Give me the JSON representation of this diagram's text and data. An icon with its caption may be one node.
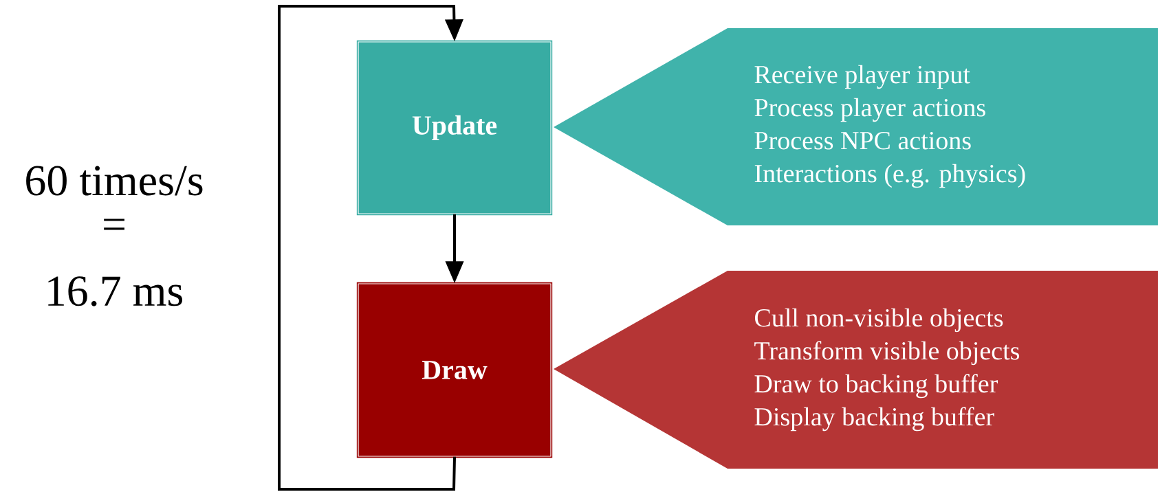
{
  "diagram": {
    "nodes": [
      {
        "text": [
          "Update"
        ]
      },
      {
        "text": [
          "Draw"
        ]
      },
      {
        "text": [
          "Receive player input",
          "Process player actions",
          "Process NPC actions",
          "Interactions (e.g. physics)"
        ]
      },
      {
        "text": [
          "Cull non-visible objects",
          "Transform visible objects",
          "Draw to backing buffer",
          "Display backing buffer"
        ]
      }
    ],
    "edges": [
      {
        "from": 0,
        "to": 1,
        "arrow": "to"
      },
      {
        "from": 1,
        "to": 0,
        "arrow": "to"
      }
    ],
    "labels": [
      "60 times/s",
      "=",
      "16.7 ms"
    ]
  }
}
